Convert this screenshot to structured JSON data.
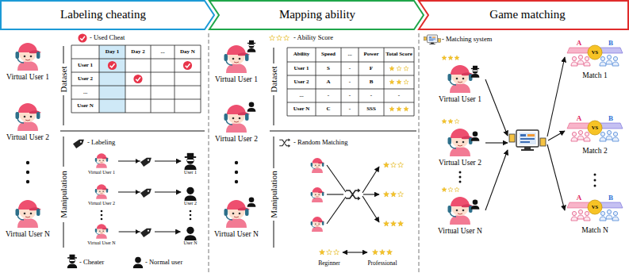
{
  "diagram": {
    "nodes": [
      {
        "text": [
          "Labeling cheating"
        ]
      },
      {
        "text": [
          "Mapping ability"
        ]
      },
      {
        "text": [
          "Game matching"
        ]
      },
      {
        "text": [
          "Virtual User 1"
        ]
      },
      {
        "text": [
          "Virtual User 2"
        ]
      },
      {
        "text": [
          "Virtual User N"
        ]
      },
      {
        "text": [
          "Virtual User 1"
        ]
      },
      {
        "text": [
          "User 1"
        ]
      },
      {
        "text": [
          "Virtual User 2"
        ]
      },
      {
        "text": [
          "User 2"
        ]
      },
      {
        "text": [
          "Virtual User N"
        ]
      },
      {
        "text": [
          "User N"
        ]
      },
      {
        "text": [
          "Virtual User 1"
        ]
      },
      {
        "text": [
          "Virtual User 2"
        ]
      },
      {
        "text": [
          "Virtual User N"
        ]
      },
      {
        "text": [
          "Virtual User 1"
        ]
      },
      {
        "text": [
          "Virtual User 2"
        ]
      },
      {
        "text": [
          "Virtual User N"
        ]
      },
      {
        "text": [
          "Match 1"
        ]
      },
      {
        "text": [
          "Match 2"
        ]
      },
      {
        "text": [
          "Match N"
        ]
      }
    ],
    "edges": [
      {
        "from": 6,
        "to": 7,
        "arrow": "to"
      },
      {
        "from": 8,
        "to": 9,
        "arrow": "to"
      },
      {
        "from": 10,
        "to": 11,
        "arrow": "to"
      }
    ],
    "labels": [
      "Dataset",
      "Manipulation",
      "Dataset",
      "Manipulation",
      "Day 1",
      "Day 2",
      "...",
      "Day N",
      "User 1",
      "User 2",
      "...",
      "User N",
      "Ability",
      "Speed",
      "...",
      "Power",
      "Total Score",
      "User 1",
      "S",
      "-",
      "F",
      "User 2",
      "A",
      "-",
      "B",
      "...",
      "-",
      "-",
      "-",
      "-",
      "User N",
      "C",
      "-",
      "SSS",
      "Beginner",
      "Professional",
      "A",
      "VS",
      "B",
      "A",
      "VS",
      "B",
      "A",
      "VS",
      "B"
    ],
    "legend": [
      {
        "text": "- Used Cheat"
      },
      {
        "text": "- Labeling"
      },
      {
        "text": "- Cheater"
      },
      {
        "text": "- Normal user"
      },
      {
        "text": "- Ability Score"
      },
      {
        "text": "- Random Matching"
      },
      {
        "text": "- Matching system"
      }
    ]
  }
}
